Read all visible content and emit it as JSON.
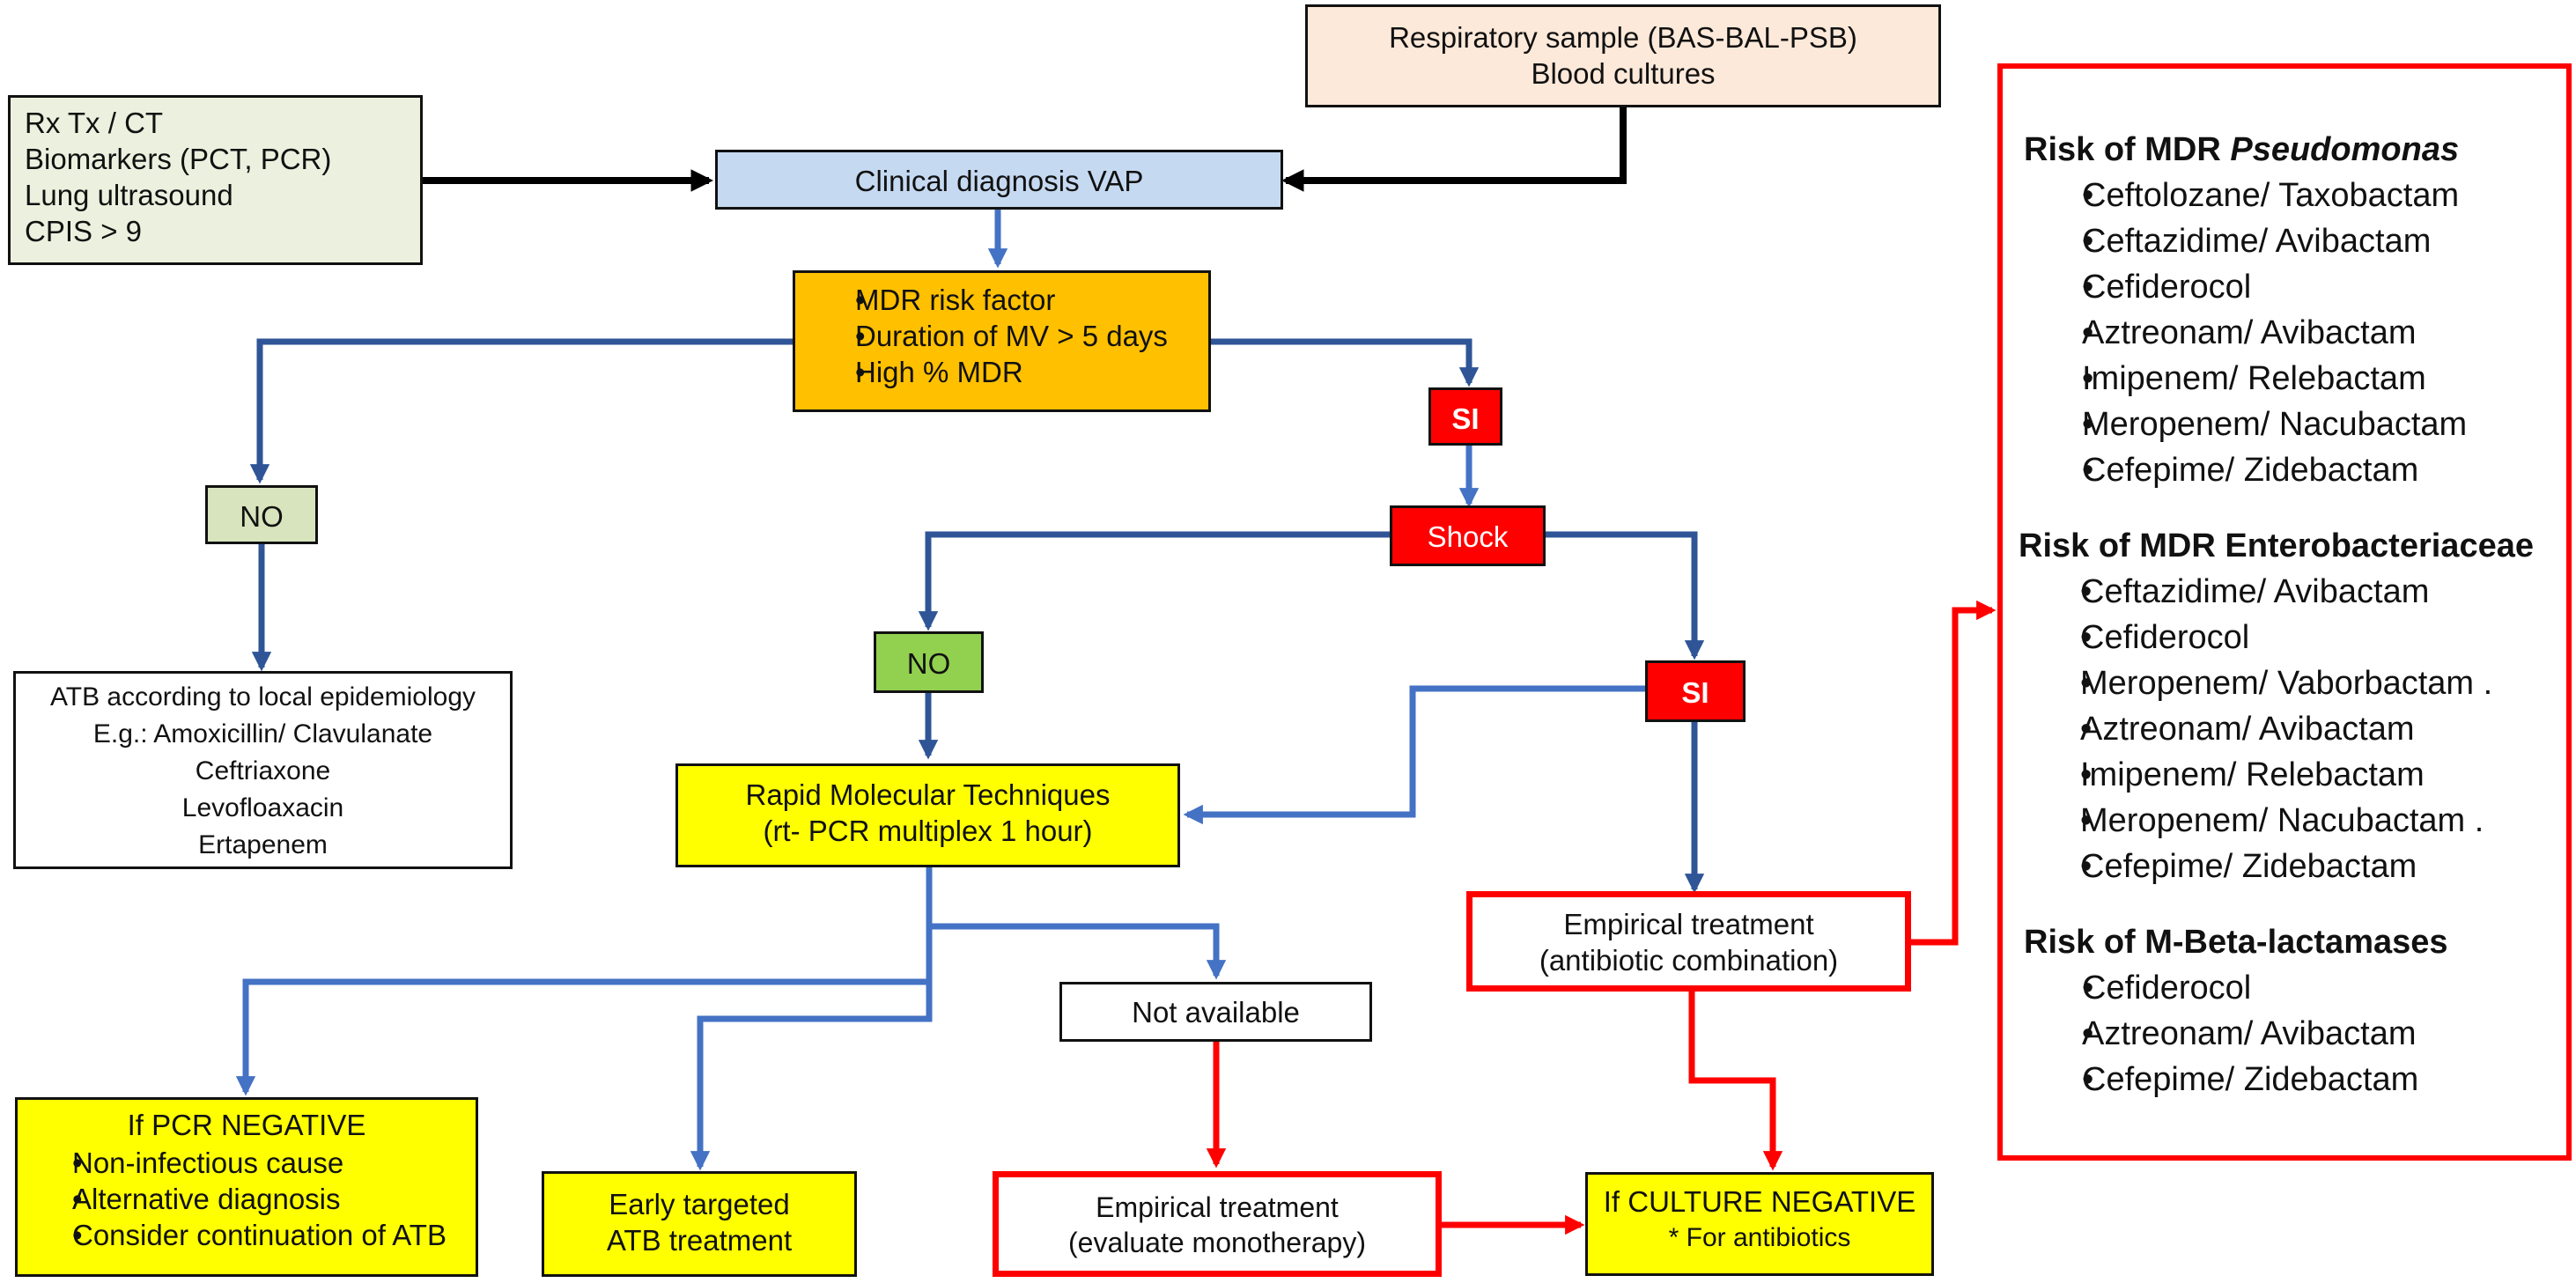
{
  "diagnostics": {
    "lines": [
      "Rx Tx / CT",
      "Biomarkers (PCT, PCR)",
      "Lung ultrasound",
      "CPIS > 9"
    ]
  },
  "samples": {
    "lines": [
      "Respiratory sample (BAS-BAL-PSB)",
      "Blood cultures"
    ]
  },
  "clinical_diagnosis": "Clinical diagnosis VAP",
  "mdr_factors": [
    "MDR risk factor",
    "Duration of MV > 5 days",
    "High % MDR"
  ],
  "no_left": "NO",
  "si_top": "SI",
  "shock": "Shock",
  "no_mid": "NO",
  "si_right": "SI",
  "atb_local": {
    "lines": [
      "ATB according to local epidemiology",
      "E.g.: Amoxicillin/ Clavulanate",
      "Ceftriaxone",
      "Levofloaxacin",
      "Ertapenem"
    ]
  },
  "rapid_molecular": {
    "lines": [
      "Rapid Molecular Techniques",
      "(rt- PCR multiplex 1 hour)"
    ]
  },
  "empirical_combo": {
    "lines": [
      "Empirical treatment",
      "(antibiotic combination)"
    ]
  },
  "not_available": "Not available",
  "pcr_negative": {
    "title": "If PCR NEGATIVE",
    "items": [
      "Non-infectious cause",
      "Alternative diagnosis",
      "Consider continuation of ATB"
    ]
  },
  "early_targeted": {
    "lines": [
      "Early targeted",
      "ATB treatment"
    ]
  },
  "empirical_mono": {
    "lines": [
      "Empirical treatment",
      "(evaluate monotherapy)"
    ]
  },
  "culture_negative": {
    "title": "If CULTURE NEGATIVE",
    "note": "*   For antibiotics"
  },
  "risk_panel": {
    "pseudomonas": {
      "title_prefix": "Risk of MDR ",
      "title_italic": "Pseudomonas",
      "items": [
        "Ceftolozane/ Taxobactam",
        "Ceftazidime/ Avibactam",
        "Cefiderocol",
        "Aztreonam/ Avibactam",
        "Imipenem/ Relebactam",
        "Meropenem/ Nacubactam",
        "Cefepime/ Zidebactam"
      ]
    },
    "enterobacteriaceae": {
      "title": "Risk of MDR Enterobacteriaceae",
      "items": [
        "Ceftazidime/ Avibactam",
        "Cefiderocol",
        "Meropenem/ Vaborbactam .",
        "Aztreonam/ Avibactam",
        "Imipenem/ Relebactam",
        "Meropenem/ Nacubactam .",
        "Cefepime/ Zidebactam"
      ]
    },
    "mbl": {
      "title": "Risk of M-Beta-lactamases",
      "items": [
        "Cefiderocol",
        "Aztreonam/ Avibactam",
        "Cefepime/ Zidebactam"
      ]
    }
  },
  "colors": {
    "blue_arrow": "#4472C4",
    "dark_blue_arrow": "#2F5597",
    "red": "#FF0000",
    "yellow": "#FFFF00",
    "orange": "#FFC000",
    "light_blue": "#C5D9F1",
    "peach": "#FDE9D9",
    "pale_green": "#EBF1DE",
    "green_no": "#92D050",
    "sage": "#D7E4BD"
  }
}
